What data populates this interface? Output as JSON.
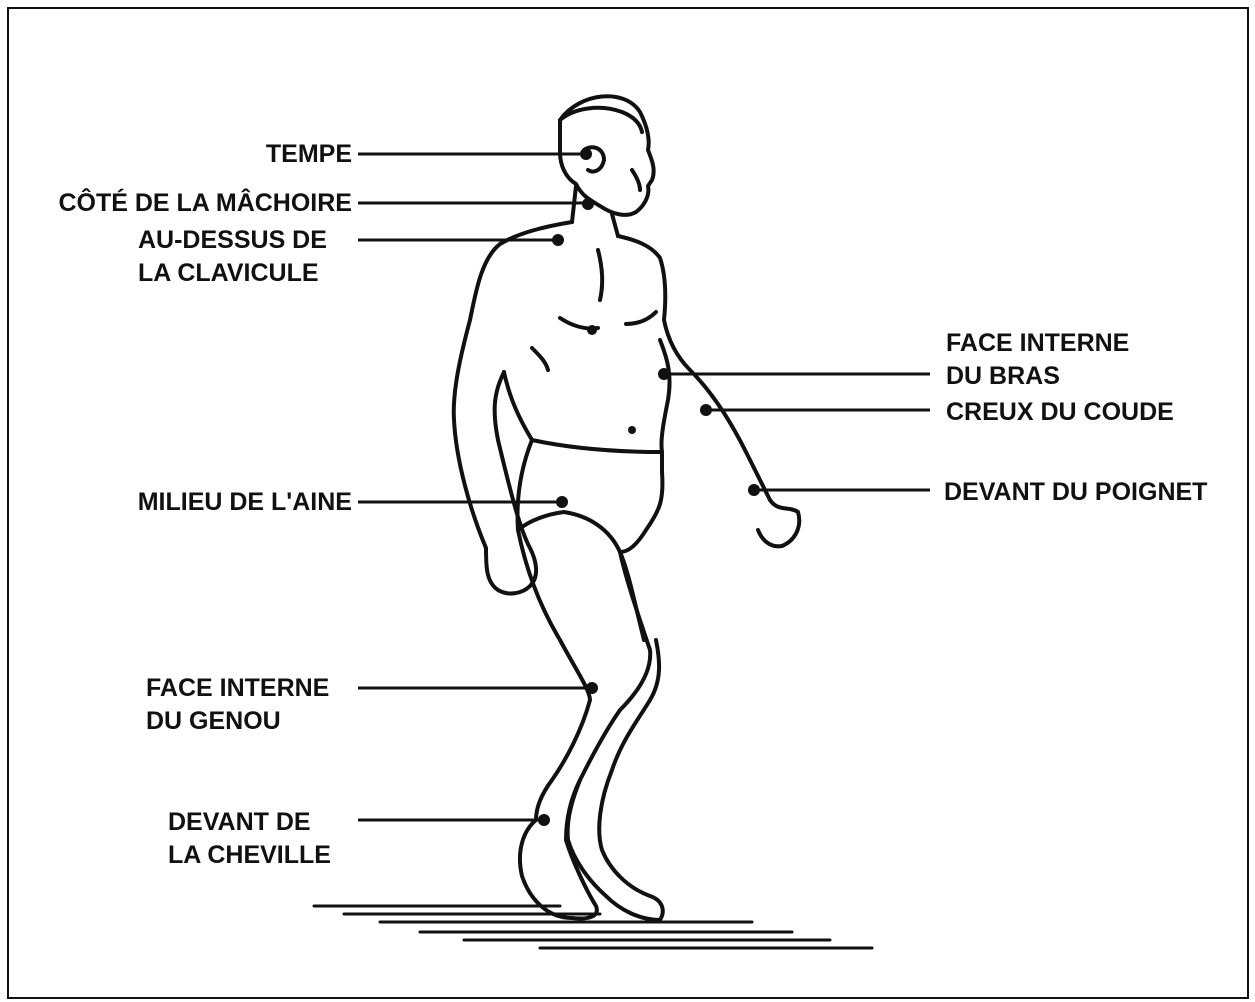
{
  "diagram": {
    "labels": {
      "tempe": [
        "TEMPE"
      ],
      "machoire": [
        "CÔTÉ DE LA MÂCHOIRE"
      ],
      "clavicule": [
        "AU-DESSUS DE",
        "LA CLAVICULE"
      ],
      "aine": [
        "MILIEU DE L'AINE"
      ],
      "genou": [
        "FACE INTERNE",
        "DU GENOU"
      ],
      "cheville": [
        "DEVANT DE",
        "LA CHEVILLE"
      ],
      "bras": [
        "FACE INTERNE",
        "DU BRAS"
      ],
      "coude": [
        "CREUX DU COUDE"
      ],
      "poignet": [
        "DEVANT DU POIGNET"
      ]
    },
    "colors": {
      "ink": "#111111",
      "background": "#ffffff"
    }
  }
}
